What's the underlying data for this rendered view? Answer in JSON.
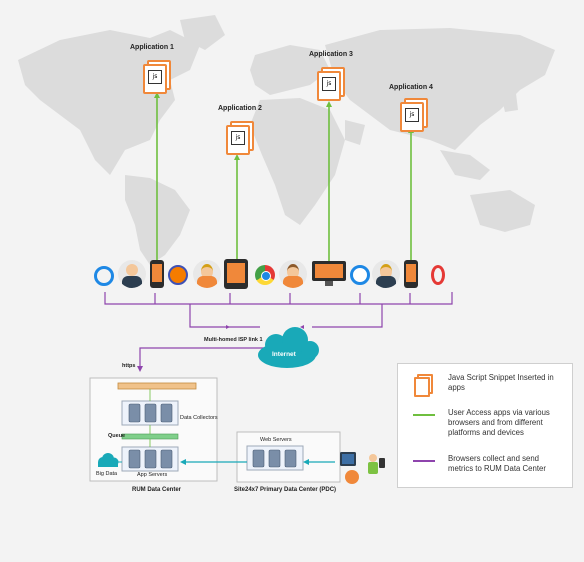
{
  "applications": [
    {
      "label": "Application 1"
    },
    {
      "label": "Application 2"
    },
    {
      "label": "Application 3"
    },
    {
      "label": "Application 4"
    }
  ],
  "js_icon_text": "js",
  "network": {
    "isp_link": "Multi-homed ISP link 1",
    "internet": "Internet",
    "https": "https"
  },
  "rum": {
    "data_collectors": "Data Collectors",
    "queue": "Queue",
    "big_data": "Big Data",
    "app_servers": "App Servers",
    "caption": "RUM Data Center"
  },
  "pdc": {
    "web_servers": "Web Servers",
    "caption": "Site24x7 Primary Data Center (PDC)"
  },
  "legend": {
    "items": [
      {
        "text": "Java Script Snippet Inserted in apps",
        "color": "#f0883a"
      },
      {
        "text": "User Access apps via various browsers and from different platforms and devices",
        "color": "#6fbf3f"
      },
      {
        "text": "Browsers collect and send metrics to RUM Data Center",
        "color": "#8e44ad"
      }
    ]
  },
  "colors": {
    "green": "#6fbf3f",
    "purple": "#8e44ad",
    "orange": "#f0883a",
    "teal": "#19a9b8",
    "map": "#dcdcdc"
  }
}
